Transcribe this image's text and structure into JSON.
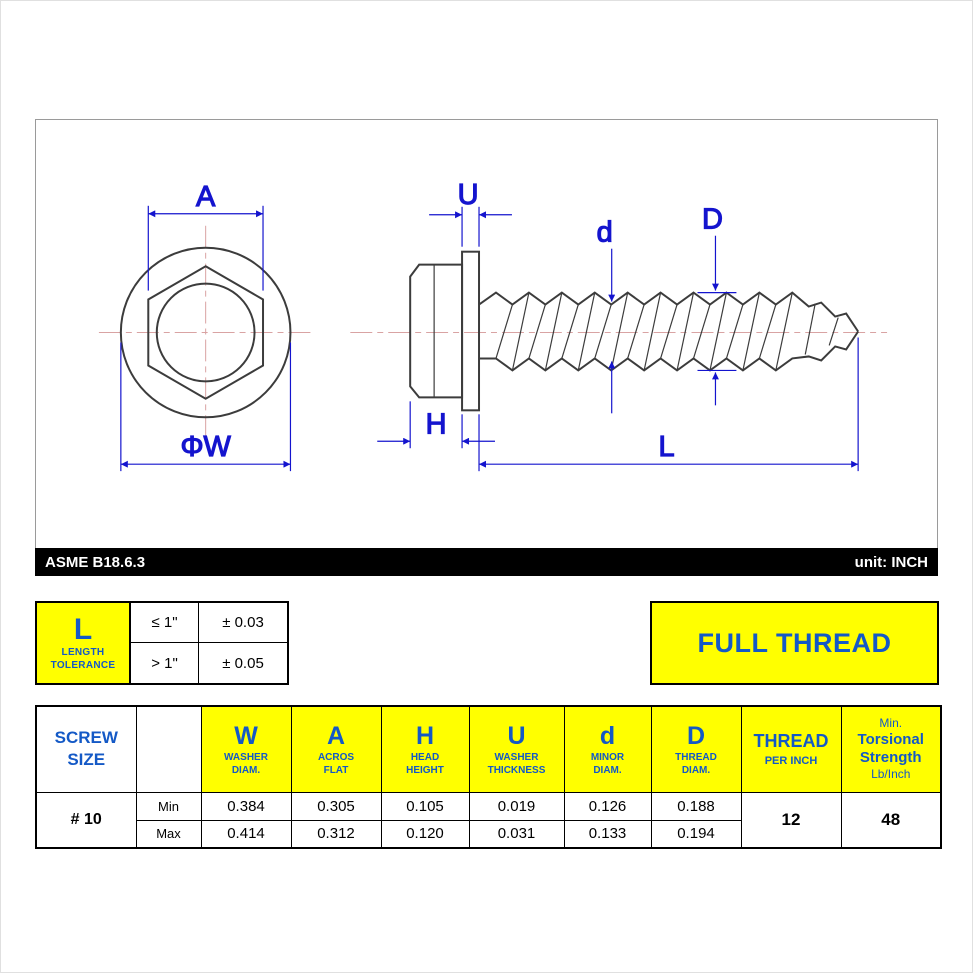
{
  "colors": {
    "dimension_blue": "#1414CE",
    "label_blue": "#1459C6",
    "highlight_yellow": "#FFFF00",
    "drawing_gray": "#3C3C3C",
    "centerline_pink": "#D9A3A3",
    "bar_black": "#000000"
  },
  "standard_bar": {
    "standard": "ASME B18.6.3",
    "unit": "unit: INCH"
  },
  "drawing": {
    "labels": {
      "across_flats": "A",
      "washer_thickness": "U",
      "minor_diameter": "d",
      "thread_diameter": "D",
      "head_height": "H",
      "washer_diameter": "ΦW",
      "length": "L"
    }
  },
  "length_tolerance": {
    "symbol": "L",
    "label_line1": "LENGTH",
    "label_line2": "TOLERANCE",
    "rows": [
      {
        "range": "≤ 1\"",
        "tolerance": "± 0.03"
      },
      {
        "range": "> 1\"",
        "tolerance": "± 0.05"
      }
    ]
  },
  "full_thread": {
    "label": "FULL THREAD"
  },
  "spec_table": {
    "screw_size_line1": "SCREW",
    "screw_size_line2": "SIZE",
    "dim_columns": [
      {
        "sym": "W",
        "l1": "WASHER",
        "l2": "DIAM."
      },
      {
        "sym": "A",
        "l1": "ACROS",
        "l2": "FLAT"
      },
      {
        "sym": "H",
        "l1": "HEAD",
        "l2": "HEIGHT"
      },
      {
        "sym": "U",
        "l1": "WASHER",
        "l2": "THICKNESS"
      },
      {
        "sym": "d",
        "l1": "MINOR",
        "l2": "DIAM."
      },
      {
        "sym": "D",
        "l1": "THREAD",
        "l2": "DIAM."
      }
    ],
    "thread_col": {
      "l1": "THREAD",
      "l2": "PER INCH"
    },
    "strength_col": {
      "l1": "Min.",
      "l2": "Torsional",
      "l3": "Strength",
      "l4": "Lb/Inch"
    },
    "size": "# 10",
    "min_label": "Min",
    "max_label": "Max",
    "min": [
      "0.384",
      "0.305",
      "0.105",
      "0.019",
      "0.126",
      "0.188"
    ],
    "max": [
      "0.414",
      "0.312",
      "0.120",
      "0.031",
      "0.133",
      "0.194"
    ],
    "threads_per_inch": "12",
    "torsional_strength": "48"
  }
}
